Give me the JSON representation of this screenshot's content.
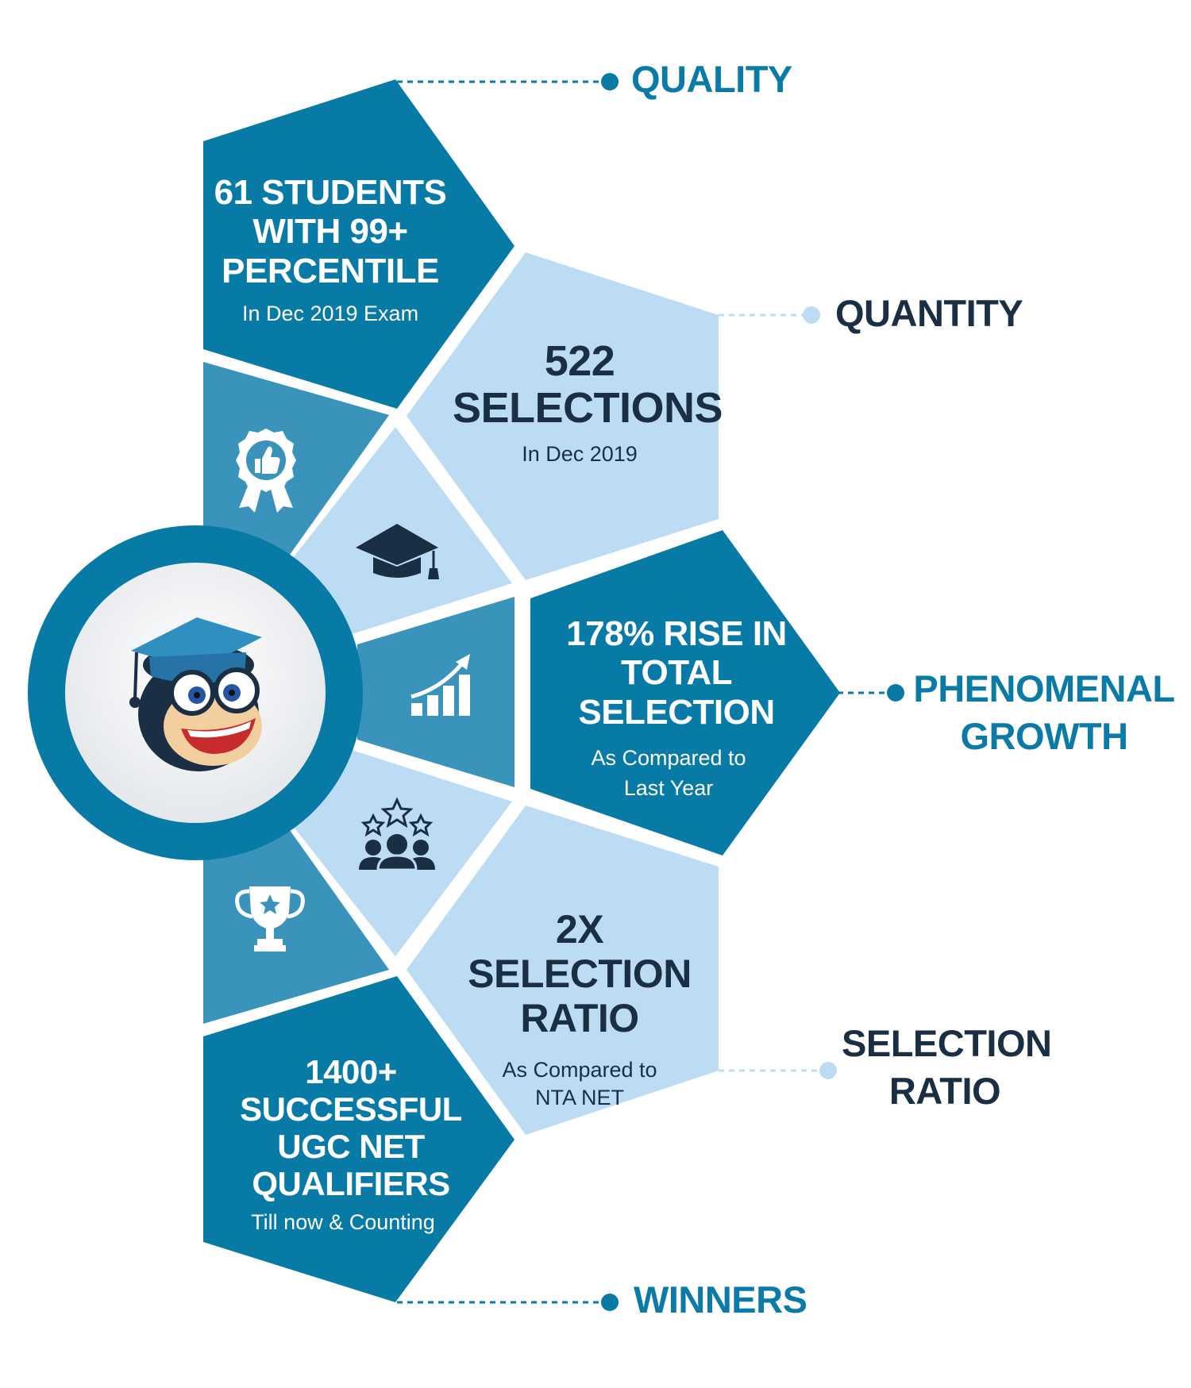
{
  "colors": {
    "dark_blue": "#087aa6",
    "mid_blue": "#3a93ba",
    "light_blue": "#bcdcf4",
    "navy": "#1b2f44",
    "white": "#ffffff"
  },
  "center": {
    "icon": "mascot-monkey-graduate-icon"
  },
  "icons": [
    "award-thumbs-up-icon",
    "graduation-cap-icon",
    "growth-chart-icon",
    "team-stars-icon",
    "trophy-icon"
  ],
  "panels": {
    "quality": {
      "lines": [
        "61 STUDENTS",
        "WITH 99+",
        "PERCENTILE"
      ],
      "sub": "In Dec 2019 Exam"
    },
    "quantity": {
      "lines": [
        "522",
        "SELECTIONS"
      ],
      "sub": "In Dec 2019"
    },
    "growth": {
      "lines": [
        "178% RISE IN",
        "TOTAL SELECTION"
      ],
      "sub": [
        "As Compared to",
        "Last Year"
      ]
    },
    "ratio": {
      "lines": [
        "2X SELECTION",
        "RATIO"
      ],
      "sub": [
        "As Compared to",
        "NTA NET"
      ]
    },
    "winners": {
      "lines": [
        "1400+",
        "SUCCESSFUL",
        "UGC NET QUALIFIERS"
      ],
      "sub": "Till now & Counting"
    }
  },
  "labels": {
    "quality": [
      "QUALITY"
    ],
    "quantity": [
      "QUANTITY"
    ],
    "growth": [
      "PHENOMENAL",
      "GROWTH"
    ],
    "ratio": [
      "SELECTION",
      "RATIO"
    ],
    "winners": [
      "WINNERS"
    ]
  }
}
